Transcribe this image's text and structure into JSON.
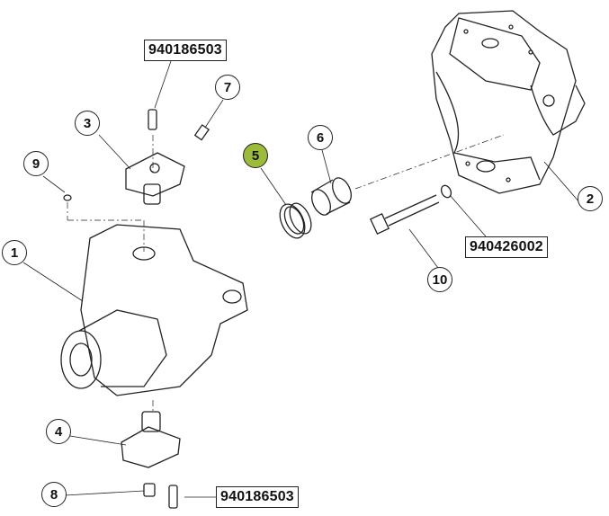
{
  "callouts": {
    "c1": "1",
    "c2": "2",
    "c3": "3",
    "c4": "4",
    "c5": "5",
    "c6": "6",
    "c7": "7",
    "c8": "8",
    "c9": "9",
    "c10": "10"
  },
  "part_numbers": {
    "top_bolt": "940186503",
    "nut": "940426002",
    "bottom_bolt": "940186503"
  },
  "colors": {
    "highlight": "#9cbb3c",
    "line": "#222222"
  }
}
